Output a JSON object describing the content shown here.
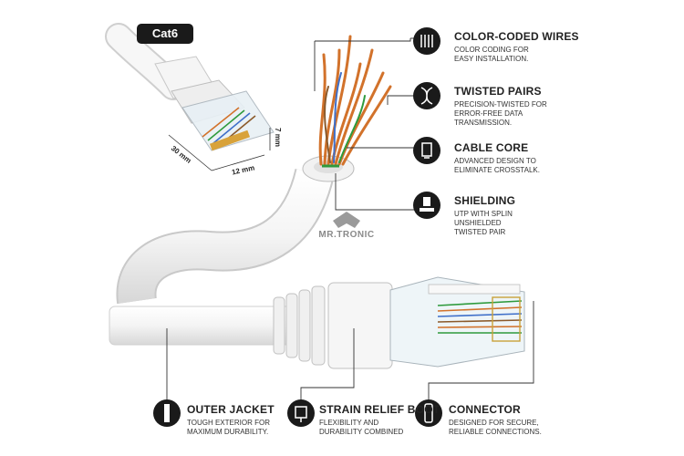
{
  "badge": {
    "label": "Cat6"
  },
  "dimensions": {
    "length": "30 mm",
    "width": "12 mm",
    "height": "7 mm"
  },
  "brand": {
    "name": "MR.TRONIC"
  },
  "features": [
    {
      "title": "COLOR-CODED WIRES",
      "desc1": "COLOR CODING FOR",
      "desc2": "EASY INSTALLATION.",
      "desc3": "",
      "icon": "wires-icon"
    },
    {
      "title": "TWISTED PAIRS",
      "desc1": "PRECISION-TWISTED FOR",
      "desc2": "ERROR-FREE DATA",
      "desc3": "TRANSMISSION.",
      "icon": "twisted-pair-icon"
    },
    {
      "title": "CABLE CORE",
      "desc1": "ADVANCED DESIGN TO",
      "desc2": "ELIMINATE CROSSTALK.",
      "desc3": "",
      "icon": "cable-core-icon"
    },
    {
      "title": "SHIELDING",
      "desc1": "UTP WITH SPLIN",
      "desc2": "UNSHIELDED",
      "desc3": "TWISTED PAIR",
      "icon": "shielding-icon"
    },
    {
      "title": "OUTER JACKET",
      "desc1": "TOUGH EXTERIOR FOR",
      "desc2": "MAXIMUM DURABILITY.",
      "desc3": "",
      "icon": "outer-jacket-icon"
    },
    {
      "title": "STRAIN RELIEF BOOT",
      "desc1": "FLEXIBILITY AND",
      "desc2": "DURABILITY COMBINED",
      "desc3": "",
      "icon": "strain-relief-icon"
    },
    {
      "title": "CONNECTOR",
      "desc1": "DESIGNED FOR SECURE,",
      "desc2": "RELIABLE CONNECTIONS.",
      "desc3": "",
      "icon": "connector-icon"
    }
  ],
  "colors": {
    "cable": "#f2f2f2",
    "outline": "#bdbdbd",
    "copper": "#d2722b",
    "green": "#2e9a3c",
    "blue": "#3f6fc9",
    "dark": "#1a1a1a"
  }
}
